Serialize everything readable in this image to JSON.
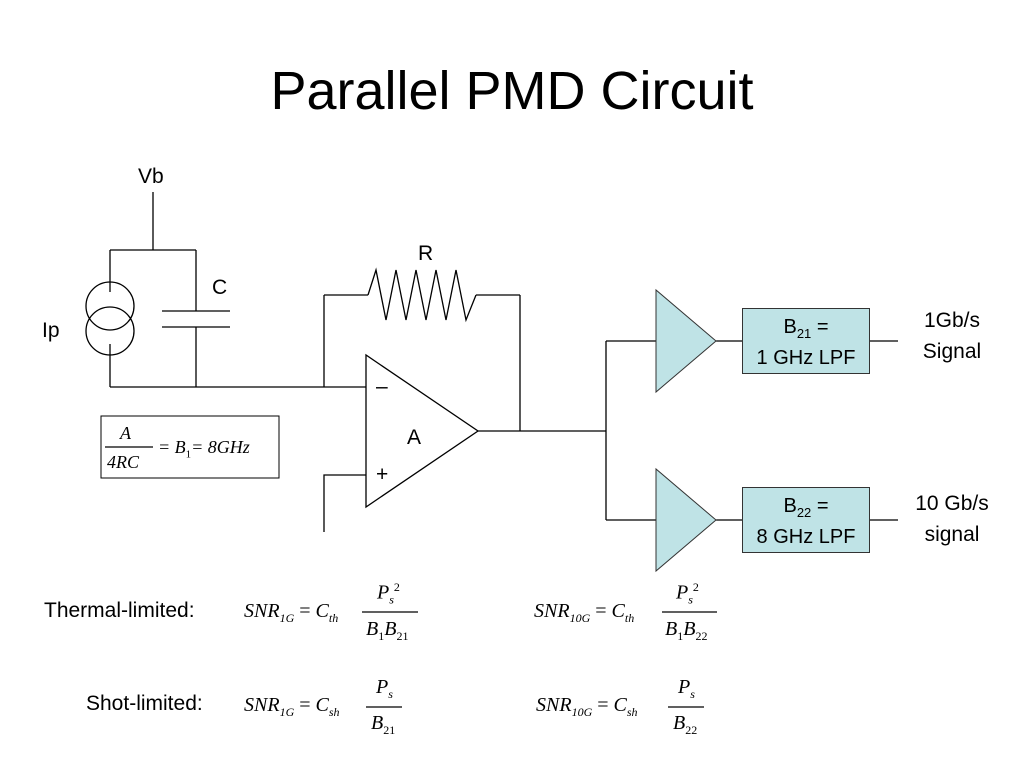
{
  "title": "Parallel PMD Circuit",
  "labels": {
    "vb": "Vb",
    "ip": "Ip",
    "c": "C",
    "r": "R",
    "amp": "A",
    "minus": "–",
    "plus": "+"
  },
  "gain_bandwidth": {
    "num": "A",
    "den": "4RC",
    "rhs": "= B",
    "rhs_sub": "1",
    "rhs_val": "= 8GHz"
  },
  "branches": [
    {
      "box_pre": "B",
      "box_sub": "21",
      "box_post": " =",
      "box_line2": "1 GHz LPF",
      "out_line1": "1Gb/s",
      "out_line2": "Signal"
    },
    {
      "box_pre": "B",
      "box_sub": "22",
      "box_post": " =",
      "box_line2": "8 GHz LPF",
      "out_line1": "10 Gb/s",
      "out_line2": "signal"
    }
  ],
  "equations": {
    "thermal_label": "Thermal-limited:",
    "shot_label": "Shot-limited:",
    "snr": "SNR",
    "sub_1g": "1G",
    "sub_10g": "10G",
    "eq": "=",
    "cth": "C",
    "cth_sub": "th",
    "csh": "C",
    "csh_sub": "sh",
    "ps": "P",
    "ps_sub": "s",
    "sq": "2",
    "b": "B",
    "b1_sub": "1",
    "b21_sub": "21",
    "b22_sub": "22"
  },
  "colors": {
    "triangle_fill": "#bfe3e6",
    "box_fill": "#bfe3e6"
  }
}
